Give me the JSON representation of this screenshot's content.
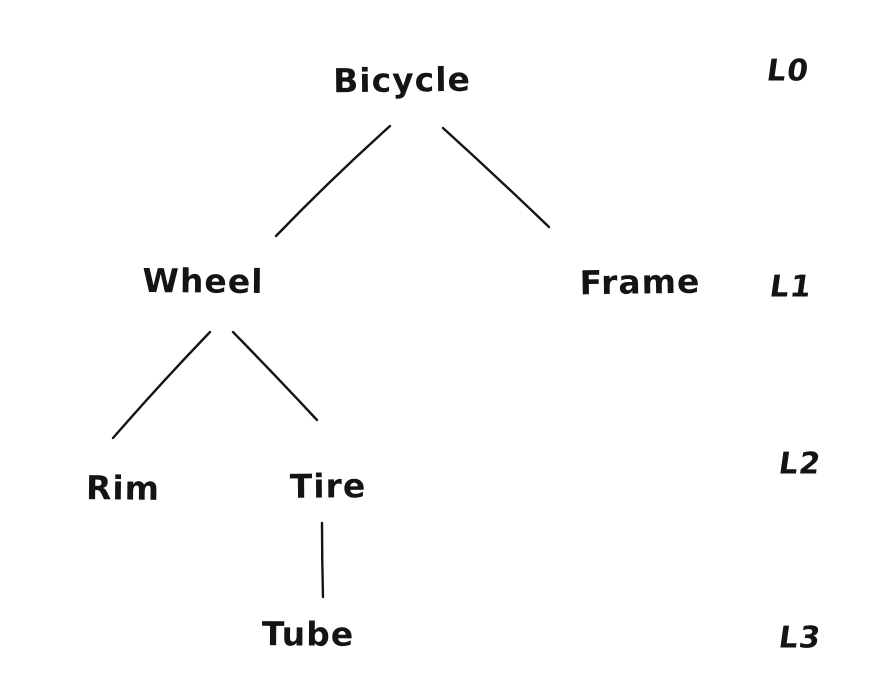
{
  "diagram": {
    "type": "tree",
    "description": "Hand-drawn hierarchy tree of bicycle parts with level labels",
    "colors": {
      "ink": "#141414",
      "background": "#ffffff"
    },
    "nodes": [
      {
        "id": "bicycle",
        "label": "Bicycle",
        "level": "L0",
        "parent": null
      },
      {
        "id": "wheel",
        "label": "Wheel",
        "level": "L1",
        "parent": "Bicycle"
      },
      {
        "id": "frame",
        "label": "Frame",
        "level": "L1",
        "parent": "Bicycle"
      },
      {
        "id": "rim",
        "label": "Rim",
        "level": "L2",
        "parent": "Wheel"
      },
      {
        "id": "tire",
        "label": "Tire",
        "level": "L2",
        "parent": "Wheel"
      },
      {
        "id": "tube",
        "label": "Tube",
        "level": "L3",
        "parent": "Tire"
      }
    ],
    "edges": [
      {
        "from": "Bicycle",
        "to": "Wheel"
      },
      {
        "from": "Bicycle",
        "to": "Frame"
      },
      {
        "from": "Wheel",
        "to": "Rim"
      },
      {
        "from": "Wheel",
        "to": "Tire"
      },
      {
        "from": "Tire",
        "to": "Tube"
      }
    ],
    "level_labels": [
      "L0",
      "L1",
      "L2",
      "L3"
    ]
  }
}
